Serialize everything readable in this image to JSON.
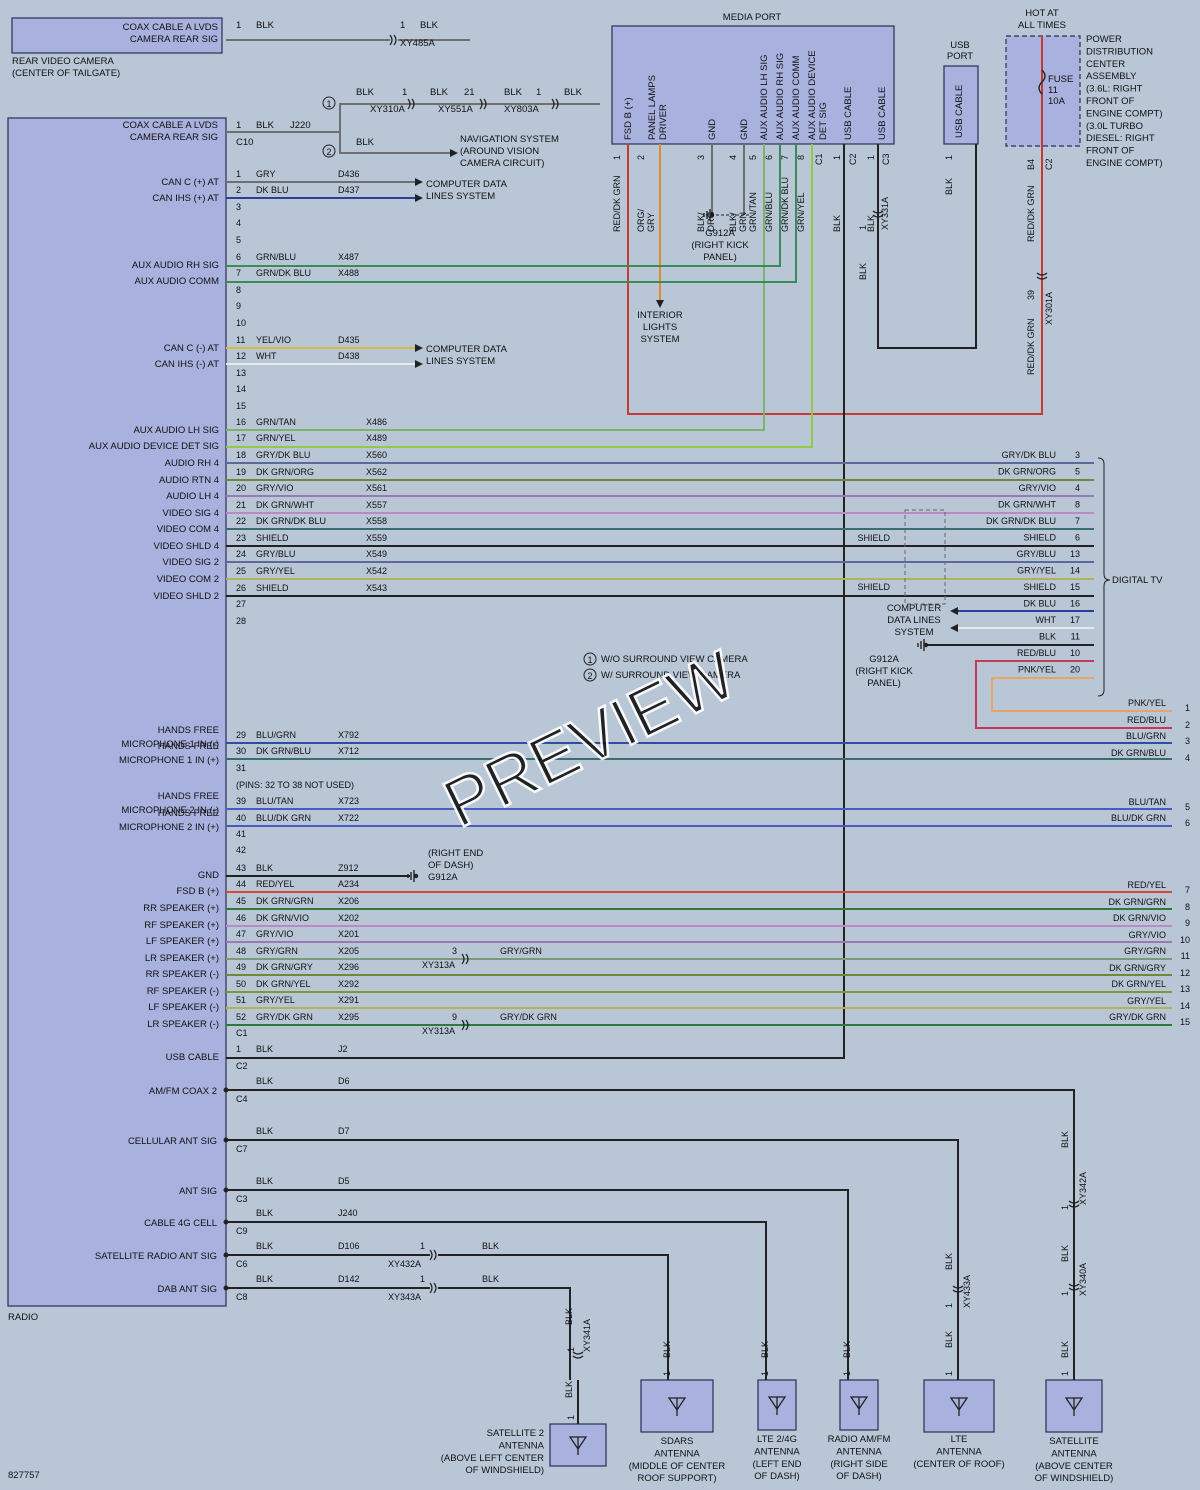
{
  "diagram_id": "827757",
  "watermark": "PREVIEW",
  "colors": {
    "background": "#b8c6d6",
    "component_fill": "#a9b1de",
    "component_stroke": "#2b2f55",
    "wire_black": "#222222",
    "wire_gray": "#6f6f6f",
    "wire_red_dkgrn": "#c43a31",
    "wire_org_gry": "#e08a2e",
    "wire_grn_tan": "#7cb36b",
    "wire_grn_blu": "#3a8a5a",
    "wire_grn_yel": "#92c94a",
    "wire_dk_blu": "#2e3d9a",
    "wire_gry_dkblu": "#5a6a9a",
    "wire_dk_grn_org": "#6b8a3a",
    "wire_gry_vio": "#9a7ab3",
    "wire_dk_grn_wht": "#b98ac4",
    "wire_yel_vio": "#d6b84a",
    "wire_wht": "#e9e9e9",
    "wire_pnk_yel": "#e6a46a",
    "wire_red_blu": "#c23a55",
    "wire_blu_grn": "#2e4fa0",
    "wire_dk_grn_blu": "#3a6e6e",
    "wire_blu_tan": "#4a5ac0",
    "wire_red_yel": "#d24a3a",
    "wire_dk_grn_grn": "#2f7a3a",
    "wire_gry_grn": "#7a9a7a",
    "wire_dk_grn_yel": "#7a9a3a",
    "wire_gry_yel": "#b2b25a"
  },
  "rear_camera": {
    "pin_label": "COAX CABLE A LVDS\nCAMERA REAR SIG",
    "pin": "1",
    "wire": "BLK",
    "conn_pin": "1",
    "conn_wire": "BLK",
    "conn": "XY485A",
    "name": "REAR VIDEO CAMERA\n(CENTER OF TAILGATE)"
  },
  "nav_branch": {
    "callout1": "1",
    "callout2": "2",
    "w1": "BLK",
    "p1": "1",
    "c1": "XY310A",
    "w2": "BLK",
    "p2": "21",
    "c2": "XY551A",
    "w3": "BLK",
    "p3": "1",
    "c3": "XY803A",
    "w4": "BLK",
    "w5": "BLK",
    "dest": "NAVIGATION SYSTEM\n(AROUND VISION\nCAMERA CIRCUIT)"
  },
  "media_port": {
    "title": "MEDIA PORT",
    "pins": [
      {
        "label": "FSD B (+)",
        "num": "1",
        "wire": "RED/DK GRN"
      },
      {
        "label": "PANEL LAMPS\nDRIVER",
        "num": "2",
        "wire": "ORG/\nGRY"
      },
      {
        "label": "GND",
        "num": "3",
        "wire": "BLK/\nORG"
      },
      {
        "label": "GND",
        "num": "4",
        "wire": "BLK/\nGRN"
      },
      {
        "label": "AUX AUDIO LH SIG",
        "num": "5",
        "wire": "GRN/TAN"
      },
      {
        "label": "AUX AUDIO RH SIG",
        "num": "6",
        "wire": "GRN/BLU"
      },
      {
        "label": "AUX AUDIO COMM",
        "num": "7",
        "wire": "GRN/DK BLU"
      },
      {
        "label": "AUX AUDIO DEVICE\nDET SIG",
        "num": "8",
        "wire": "GRN/YEL"
      },
      {
        "label": "USB CABLE",
        "num": "1",
        "wire": "BLK"
      },
      {
        "label": "USB CABLE",
        "num": "1",
        "wire": "BLK"
      }
    ],
    "conn_c1": "C1",
    "conn_c2": "C2",
    "conn_c3": "C3",
    "ground": "G912A\n(RIGHT KICK\nPANEL)",
    "interior": "INTERIOR\nLIGHTS\nSYSTEM",
    "usb_conn_pin": "1",
    "usb_conn": "XY331A",
    "usb_wire2": "BLK"
  },
  "usb_port": {
    "title": "USB\nPORT",
    "label": "USB CABLE",
    "num": "1",
    "wire": "BLK"
  },
  "pdc": {
    "hot": "HOT AT\nALL TIMES",
    "fuse": "FUSE\n11\n10A",
    "name": "POWER\nDISTRIBUTION\nCENTER\nASSEMBLY\n(3.6L: RIGHT\nFRONT OF\nENGINE COMPT)\n(3.0L TURBO\nDIESEL: RIGHT\nFRONT OF\nENGINE COMPT)",
    "pin": "B4",
    "conn": "C2",
    "wire1": "RED/DK GRN",
    "wire2": "RED/DK GRN",
    "xy_pin": "39",
    "xy": "XY301A"
  },
  "radio": {
    "name": "RADIO",
    "top_label": "COAX CABLE A LVDS\nCAMERA REAR SIG",
    "top_pin": "1",
    "top_wire": "BLK",
    "top_circuit": "J220",
    "top_conn": "C10",
    "c1_rows": [
      {
        "pin": "1",
        "label": "CAN C (+) AT",
        "wire": "GRY",
        "circuit": "D436"
      },
      {
        "pin": "2",
        "label": "CAN IHS (+) AT",
        "wire": "DK BLU",
        "circuit": "D437"
      },
      {
        "pin": "3"
      },
      {
        "pin": "4"
      },
      {
        "pin": "5"
      },
      {
        "pin": "6",
        "label": "AUX AUDIO RH SIG",
        "wire": "GRN/BLU",
        "circuit": "X487"
      },
      {
        "pin": "7",
        "label": "AUX AUDIO COMM",
        "wire": "GRN/DK BLU",
        "circuit": "X488"
      },
      {
        "pin": "8"
      },
      {
        "pin": "9"
      },
      {
        "pin": "10"
      },
      {
        "pin": "11",
        "label": "CAN C (-) AT",
        "wire": "YEL/VIO",
        "circuit": "D435"
      },
      {
        "pin": "12",
        "label": "CAN IHS (-) AT",
        "wire": "WHT",
        "circuit": "D438"
      },
      {
        "pin": "13"
      },
      {
        "pin": "14"
      },
      {
        "pin": "15"
      },
      {
        "pin": "16",
        "label": "AUX AUDIO LH SIG",
        "wire": "GRN/TAN",
        "circuit": "X486"
      },
      {
        "pin": "17",
        "label": "AUX AUDIO DEVICE DET SIG",
        "wire": "GRN/YEL",
        "circuit": "X489"
      },
      {
        "pin": "18",
        "label": "AUDIO RH 4",
        "wire": "GRY/DK BLU",
        "circuit": "X560"
      },
      {
        "pin": "19",
        "label": "AUDIO RTN 4",
        "wire": "DK GRN/ORG",
        "circuit": "X562"
      },
      {
        "pin": "20",
        "label": "AUDIO LH 4",
        "wire": "GRY/VIO",
        "circuit": "X561"
      },
      {
        "pin": "21",
        "label": "VIDEO SIG 4",
        "wire": "DK GRN/WHT",
        "circuit": "X557"
      },
      {
        "pin": "22",
        "label": "VIDEO COM 4",
        "wire": "DK GRN/DK BLU",
        "circuit": "X558"
      },
      {
        "pin": "23",
        "label": "VIDEO SHLD 4",
        "wire": "SHIELD",
        "circuit": "X559"
      },
      {
        "pin": "24",
        "label": "VIDEO SIG 2",
        "wire": "GRY/BLU",
        "circuit": "X549"
      },
      {
        "pin": "25",
        "label": "VIDEO COM 2",
        "wire": "GRY/YEL",
        "circuit": "X542"
      },
      {
        "pin": "26",
        "label": "VIDEO SHLD 2",
        "wire": "SHIELD",
        "circuit": "X543"
      },
      {
        "pin": "27"
      },
      {
        "pin": "28"
      }
    ],
    "computer_data": "COMPUTER DATA\nLINES SYSTEM",
    "mic_rows": [
      {
        "pin": "29",
        "label": "HANDS FREE\nMICROPHONE 1 IN (-)",
        "wire": "BLU/GRN",
        "circuit": "X792"
      },
      {
        "pin": "30",
        "label": "HANDS FREE\nMICROPHONE 1 IN (+)",
        "wire": "DK GRN/BLU",
        "circuit": "X712"
      },
      {
        "pin": "31"
      },
      {
        "pin": "(PINS: 32 TO 38 NOT USED)"
      },
      {
        "pin": "39",
        "label": "HANDS FREE\nMICROPHONE 2 IN (-)",
        "wire": "BLU/TAN",
        "circuit": "X723"
      },
      {
        "pin": "40",
        "label": "HANDS FREE\nMICROPHONE 2 IN (+)",
        "wire": "BLU/DK GRN",
        "circuit": "X722"
      },
      {
        "pin": "41"
      },
      {
        "pin": "42"
      }
    ],
    "spk_rows": [
      {
        "pin": "43",
        "label": "GND",
        "wire": "BLK",
        "circuit": "Z912"
      },
      {
        "pin": "44",
        "label": "FSD B (+)",
        "wire": "RED/YEL",
        "circuit": "A234"
      },
      {
        "pin": "45",
        "label": "RR SPEAKER (+)",
        "wire": "DK GRN/GRN",
        "circuit": "X206"
      },
      {
        "pin": "46",
        "label": "RF SPEAKER (+)",
        "wire": "DK GRN/VIO",
        "circuit": "X202"
      },
      {
        "pin": "47",
        "label": "LF SPEAKER (+)",
        "wire": "GRY/VIO",
        "circuit": "X201"
      },
      {
        "pin": "48",
        "label": "LR SPEAKER (+)",
        "wire": "GRY/GRN",
        "circuit": "X205"
      },
      {
        "pin": "49",
        "label": "RR SPEAKER (-)",
        "wire": "DK GRN/GRY",
        "circuit": "X296"
      },
      {
        "pin": "50",
        "label": "RF SPEAKER (-)",
        "wire": "DK GRN/YEL",
        "circuit": "X292"
      },
      {
        "pin": "51",
        "label": "LF SPEAKER (-)",
        "wire": "GRY/YEL",
        "circuit": "X291"
      },
      {
        "pin": "52",
        "label": "LR SPEAKER (-)",
        "wire": "GRY/DK GRN",
        "circuit": "X295"
      }
    ],
    "spk_conn": "C1",
    "gnd_dest": "(RIGHT END\nOF DASH)\nG912A",
    "xy313_1": {
      "pin": "3",
      "conn": "XY313A",
      "wire": "GRY/GRN"
    },
    "xy313_2": {
      "pin": "9",
      "conn": "XY313A",
      "wire": "GRY/DK GRN"
    },
    "usb_row": {
      "label": "USB CABLE",
      "pin": "1",
      "wire": "BLK",
      "circuit": "J2",
      "conn": "C2"
    },
    "coax_rows": [
      {
        "label": "AM/FM COAX 2",
        "wire": "BLK",
        "circuit": "D6",
        "conn": "C4"
      },
      {
        "label": "CELLULAR ANT SIG",
        "wire": "BLK",
        "circuit": "D7",
        "conn": "C7"
      },
      {
        "label": "ANT SIG",
        "wire": "BLK",
        "circuit": "D5",
        "conn": "C3"
      },
      {
        "label": "CABLE 4G CELL",
        "wire": "BLK",
        "circuit": "J240",
        "conn": "C9"
      },
      {
        "label": "SATELLITE RADIO ANT SIG",
        "wire": "BLK",
        "circuit": "D106",
        "conn": "C6",
        "xy_pin": "1",
        "xy": "XY432A",
        "wire2": "BLK"
      },
      {
        "label": "DAB ANT SIG",
        "wire": "BLK",
        "circuit": "D142",
        "conn": "C8",
        "xy_pin": "1",
        "xy": "XY343A",
        "wire2": "BLK"
      }
    ]
  },
  "digital_tv": {
    "name": "DIGITAL TV",
    "pins": [
      {
        "wire": "GRY/DK BLU",
        "num": "3"
      },
      {
        "wire": "DK GRN/ORG",
        "num": "5"
      },
      {
        "wire": "GRY/VIO",
        "num": "4"
      },
      {
        "wire": "DK GRN/WHT",
        "num": "8"
      },
      {
        "wire": "DK GRN/DK BLU",
        "num": "7"
      },
      {
        "wire": "SHIELD",
        "num": "6"
      },
      {
        "wire": "GRY/BLU",
        "num": "13"
      },
      {
        "wire": "GRY/YEL",
        "num": "14"
      },
      {
        "wire": "SHIELD",
        "num": "15"
      },
      {
        "wire": "DK BLU",
        "num": "16"
      },
      {
        "wire": "WHT",
        "num": "17"
      },
      {
        "wire": "BLK",
        "num": "11"
      },
      {
        "wire": "RED/BLU",
        "num": "10"
      },
      {
        "wire": "PNK/YEL",
        "num": "20"
      }
    ],
    "shield1": "SHIELD",
    "shield2": "SHIELD",
    "cdl": "COMPUTER\nDATA LINES\nSYSTEM",
    "gnd": "G912A\n(RIGHT KICK\nPANEL)"
  },
  "legend": {
    "n1": "1",
    "t1": "W/O SURROUND VIEW CAMERA",
    "n2": "2",
    "t2": "W/ SURROUND VIEW CAMERA"
  },
  "right_pins": [
    {
      "wire": "PNK/YEL",
      "num": "1"
    },
    {
      "wire": "RED/BLU",
      "num": "2"
    },
    {
      "wire": "BLU/GRN",
      "num": "3"
    },
    {
      "wire": "DK GRN/BLU",
      "num": "4"
    },
    {
      "wire": "BLU/TAN",
      "num": "5"
    },
    {
      "wire": "BLU/DK GRN",
      "num": "6"
    },
    {
      "wire": "RED/YEL",
      "num": "7"
    },
    {
      "wire": "DK GRN/GRN",
      "num": "8"
    },
    {
      "wire": "DK GRN/VIO",
      "num": "9"
    },
    {
      "wire": "GRY/VIO",
      "num": "10"
    },
    {
      "wire": "GRY/GRN",
      "num": "11"
    },
    {
      "wire": "DK GRN/GRY",
      "num": "12"
    },
    {
      "wire": "DK GRN/YEL",
      "num": "13"
    },
    {
      "wire": "GRY/YEL",
      "num": "14"
    },
    {
      "wire": "GRY/DK GRN",
      "num": "15"
    }
  ],
  "antennas": [
    {
      "name": "SATELLITE 2\nANTENNA\n(ABOVE LEFT CENTER\nOF WINDSHIELD)",
      "wire": "BLK",
      "wire2": "BLK",
      "xy": "XY341A",
      "pin": "1",
      "pin2": "1"
    },
    {
      "name": "SDARS\nANTENNA\n(MIDDLE OF CENTER\nROOF SUPPORT)",
      "wire": "BLK",
      "pin": "1"
    },
    {
      "name": "LTE 2/4G\nANTENNA\n(LEFT END\nOF DASH)",
      "wire": "BLK",
      "pin": "1"
    },
    {
      "name": "RADIO AM/FM\nANTENNA\n(RIGHT SIDE\nOF DASH)",
      "wire": "BLK",
      "pin": "1"
    },
    {
      "name": "LTE\nANTENNA\n(CENTER OF ROOF)",
      "wire": "BLK",
      "wire2": "BLK",
      "xy": "XY433A",
      "pin": "1",
      "pin2": "1"
    },
    {
      "name": "SATELLITE\nANTENNA\n(ABOVE CENTER\nOF WINDSHIELD)",
      "wire": "BLK",
      "wire2": "BLK",
      "wire3": "BLK",
      "xy": "XY342A",
      "xy2": "XY340A",
      "pin": "1",
      "pin2": "1",
      "pin3": "1"
    }
  ]
}
